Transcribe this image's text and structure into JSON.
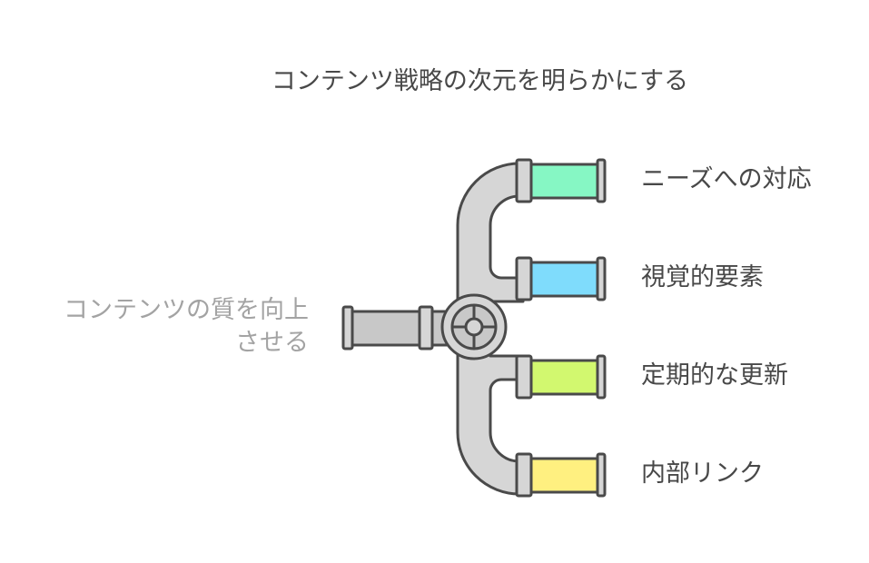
{
  "title": "コンテンツ戦略の次元を明らかにする",
  "input": {
    "line1": "コンテンツの質を向上",
    "line2": "させる"
  },
  "outputs": [
    {
      "label": "ニーズへの対応",
      "color": "#86f7c4"
    },
    {
      "label": "視覚的要素",
      "color": "#7fdcfc"
    },
    {
      "label": "定期的な更新",
      "color": "#d2f86f"
    },
    {
      "label": "内部リンク",
      "color": "#fff080"
    }
  ],
  "colors": {
    "pipe": "#d6d6d6",
    "pipe_dark": "#c8c8c8",
    "stroke": "#4a4a4a"
  }
}
